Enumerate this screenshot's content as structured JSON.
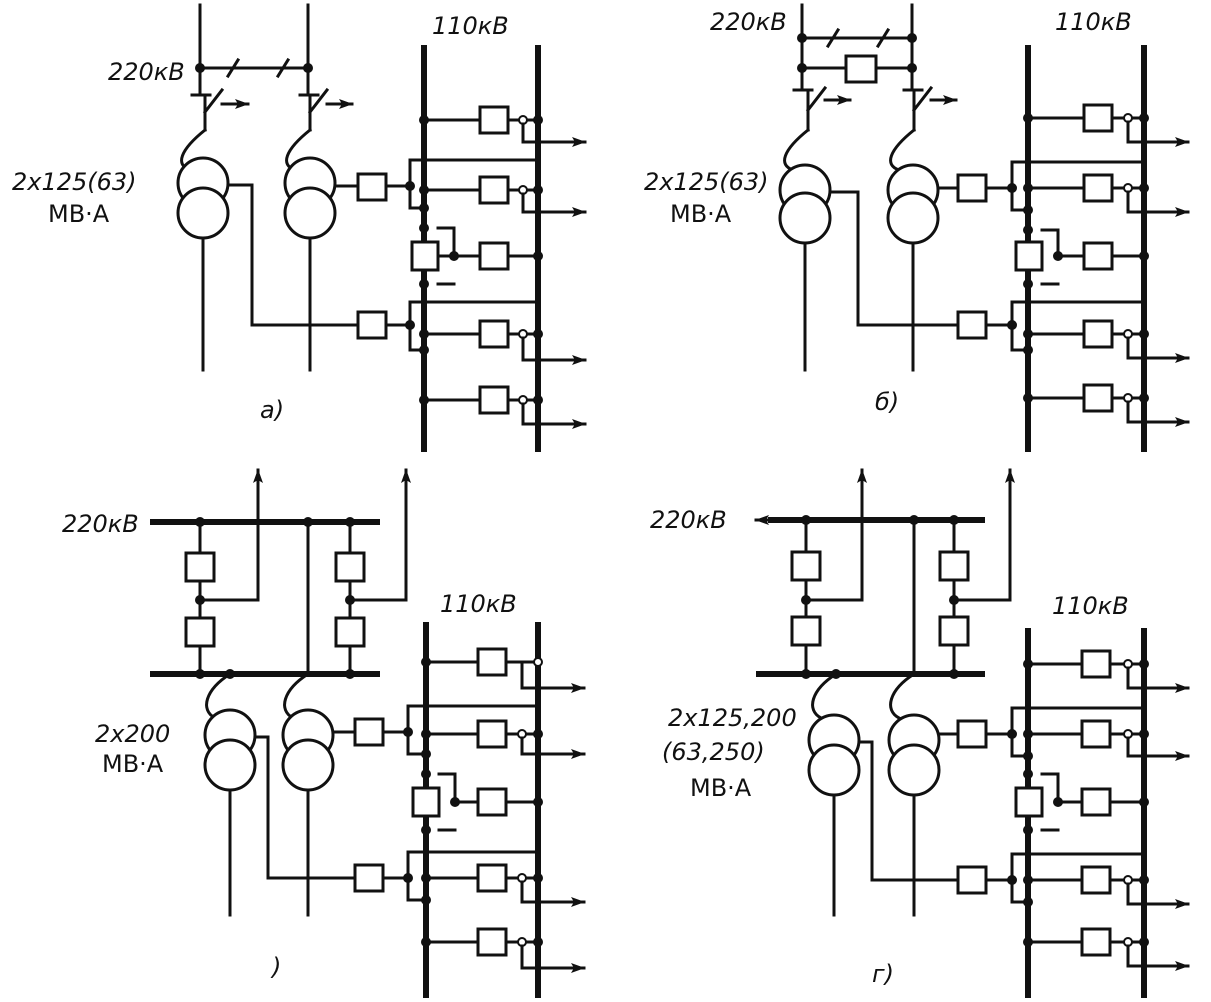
{
  "panels": [
    {
      "id": "a",
      "caption": "а)",
      "hv_label": "220кВ",
      "mv_label": "110кВ",
      "trans_label_1": "2x125(63)",
      "trans_label_2": "МВ·А"
    },
    {
      "id": "b",
      "caption": "б)",
      "hv_label": "220кВ",
      "mv_label": "110кВ",
      "trans_label_1": "2x125(63)",
      "trans_label_2": "МВ·А"
    },
    {
      "id": "v",
      "caption": ")",
      "hv_label": "220кВ",
      "mv_label": "110кВ",
      "trans_label_1": "2x200",
      "trans_label_2": "МВ·А"
    },
    {
      "id": "g",
      "caption": "г)",
      "hv_label": "220кВ",
      "mv_label": "110кВ",
      "trans_label_1": "2x125,200",
      "trans_label_2": "(63,250)",
      "trans_label_3": "МВ·А"
    }
  ]
}
